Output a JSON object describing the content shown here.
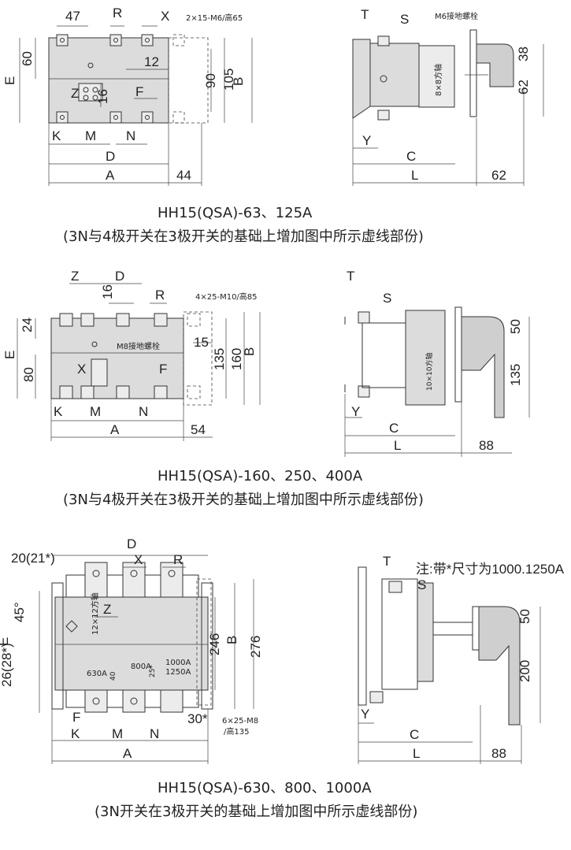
{
  "colors": {
    "line": "#333333",
    "body_fill": "#dcdcdc",
    "background": "#ffffff"
  },
  "d1": {
    "labels": {
      "d47": "47",
      "R": "R",
      "X": "X",
      "bolt": "2×15-M6/高65",
      "E": "E",
      "d60": "60",
      "d12": "12",
      "d90": "90",
      "d105": "105",
      "B": "B",
      "Z": "Z",
      "d16": "16",
      "F": "F",
      "K": "K",
      "M": "M",
      "N": "N",
      "D": "D",
      "A": "A",
      "d44": "44"
    },
    "side": {
      "T": "T",
      "S": "S",
      "ground": "M6接地螺栓",
      "shaft": "8×8方轴",
      "d38": "38",
      "d62a": "62",
      "Y": "Y",
      "C": "C",
      "L": "L",
      "d62b": "62"
    },
    "caption_title": "HH15(QSA)-63、125A",
    "caption_note": "(3N与4极开关在3极开关的基础上增加图中所示虚线部份)"
  },
  "d2": {
    "labels": {
      "Z": "Z",
      "D": "D",
      "d16": "16",
      "R": "R",
      "bolt": "4×25-M10/高85",
      "d24": "24",
      "E": "E",
      "ground": "M8接地螺栓",
      "d15": "15",
      "d135": "135",
      "d160": "160",
      "B": "B",
      "X": "X",
      "F": "F",
      "d80": "80",
      "K": "K",
      "M": "M",
      "N": "N",
      "A": "A",
      "d54": "54"
    },
    "side": {
      "T": "T",
      "S": "S",
      "shaft": "10×10方轴",
      "d50": "50",
      "d135": "135",
      "Y": "Y",
      "C": "C",
      "L": "L",
      "d88": "88"
    },
    "caption_title": "HH15(QSA)-160、250、400A",
    "caption_note": "(3N与4极开关在3极开关的基础上增加图中所示虚线部份)"
  },
  "d3": {
    "labels": {
      "d20": "20(21*)",
      "D": "D",
      "X": "X",
      "R": "R",
      "Z": "Z",
      "E": "E",
      "a45": "45°",
      "shaft": "12×12方轴",
      "d246": "246",
      "B": "B",
      "d276": "276",
      "d26": "26(28*)",
      "a630": "630A",
      "d40": "40",
      "a800": "800A",
      "d25": "25*",
      "a1000": "1000A",
      "a1250": "1250A",
      "F": "F",
      "d30": "30*",
      "bolt": "6×25-M8",
      "bolt_h": "/高135",
      "K": "K",
      "M": "M",
      "N": "N",
      "A": "A"
    },
    "side": {
      "T": "T",
      "note": "注:带*尺寸为1000.1250A",
      "S": "S",
      "d50": "50",
      "d200": "200",
      "Y": "Y",
      "C": "C",
      "L": "L",
      "d88": "88"
    },
    "caption_title": "HH15(QSA)-630、800、1000A",
    "caption_note": "(3N开关在3极开关的基础上增加图中所示虚线部份)"
  }
}
